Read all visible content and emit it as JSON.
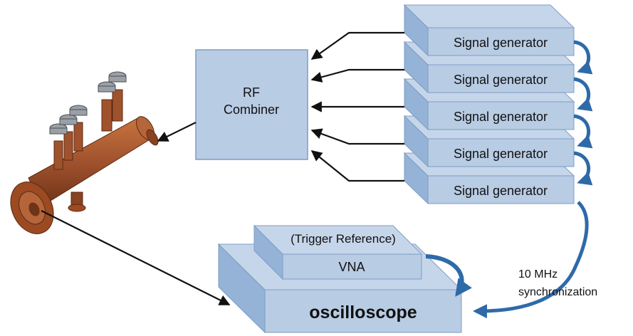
{
  "rf_combiner": {
    "line1": "RF",
    "line2": "Combiner"
  },
  "signal_generators": [
    {
      "label": "Signal generator"
    },
    {
      "label": "Signal generator"
    },
    {
      "label": "Signal generator"
    },
    {
      "label": "Signal generator"
    },
    {
      "label": "Signal generator"
    }
  ],
  "trigger_reference": {
    "label": "(Trigger Reference)"
  },
  "vna": {
    "label": "VNA"
  },
  "oscilloscope": {
    "label": "oscilloscope"
  },
  "sync_label": {
    "line1": "10 MHz",
    "line2": "synchronization"
  },
  "colors": {
    "box_fill": "#b8cce4",
    "box_side": "#95b3d7",
    "box_stroke": "#7f9cc4",
    "sync_arrow": "#2e6aa8",
    "cavity": "#a0522d"
  }
}
